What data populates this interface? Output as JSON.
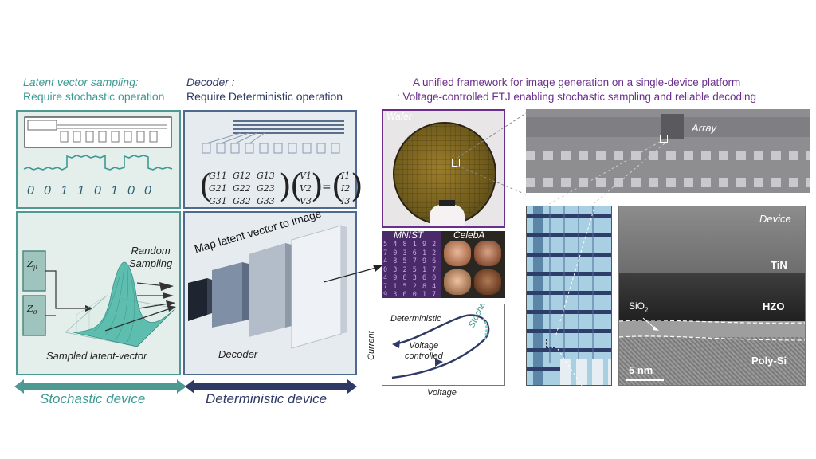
{
  "headers": {
    "left_title": "Latent vector sampling:",
    "left_sub": "Require stochastic operation",
    "mid_title": "Decoder :",
    "mid_sub": "Require Deterministic operation",
    "right_title": "A unified framework for image generation on a single-device platform",
    "right_sub": ": Voltage-controlled FTJ enabling stochastic sampling and reliable decoding"
  },
  "stochastic": {
    "bits": [
      "0",
      "0",
      "1",
      "1",
      "0",
      "1",
      "0",
      "0"
    ],
    "z_mu": "Z",
    "z_mu_sub": "μ",
    "z_sigma": "Z",
    "z_sigma_sub": "σ",
    "random_sampling": "Random\nSampling",
    "sampled": "Sampled latent-vector"
  },
  "decoder": {
    "matrix_g": [
      "G11",
      "G12",
      "G13",
      "G21",
      "G22",
      "G23",
      "G31",
      "G32",
      "G33"
    ],
    "matrix_v": [
      "V1",
      "V2",
      "V3"
    ],
    "matrix_i": [
      "I1",
      "I2",
      "I3"
    ],
    "map_label": "Map latent vector to image",
    "decoder_label": "Decoder"
  },
  "bottom": {
    "stochastic_device": "Stochastic device",
    "deterministic_device": "Deterministic device"
  },
  "photos": {
    "wafer": "Wafer",
    "array": "Array",
    "mnist": "MNIST",
    "celeba": "CelebA",
    "device": "Device",
    "tin": "TiN",
    "hzo": "HZO",
    "sio2": "SiO",
    "sio2_sub": "2",
    "polysi": "Poly-Si",
    "scale": "5 nm"
  },
  "iv": {
    "current": "Current",
    "voltage": "Voltage",
    "deterministic": "Deterministic",
    "stochastic": "Stochastic",
    "voltage_controlled": "Voltage\ncontrolled"
  },
  "colors": {
    "teal": "#3d9a93",
    "navy": "#2e3a63",
    "purple": "#6b2e8c"
  }
}
